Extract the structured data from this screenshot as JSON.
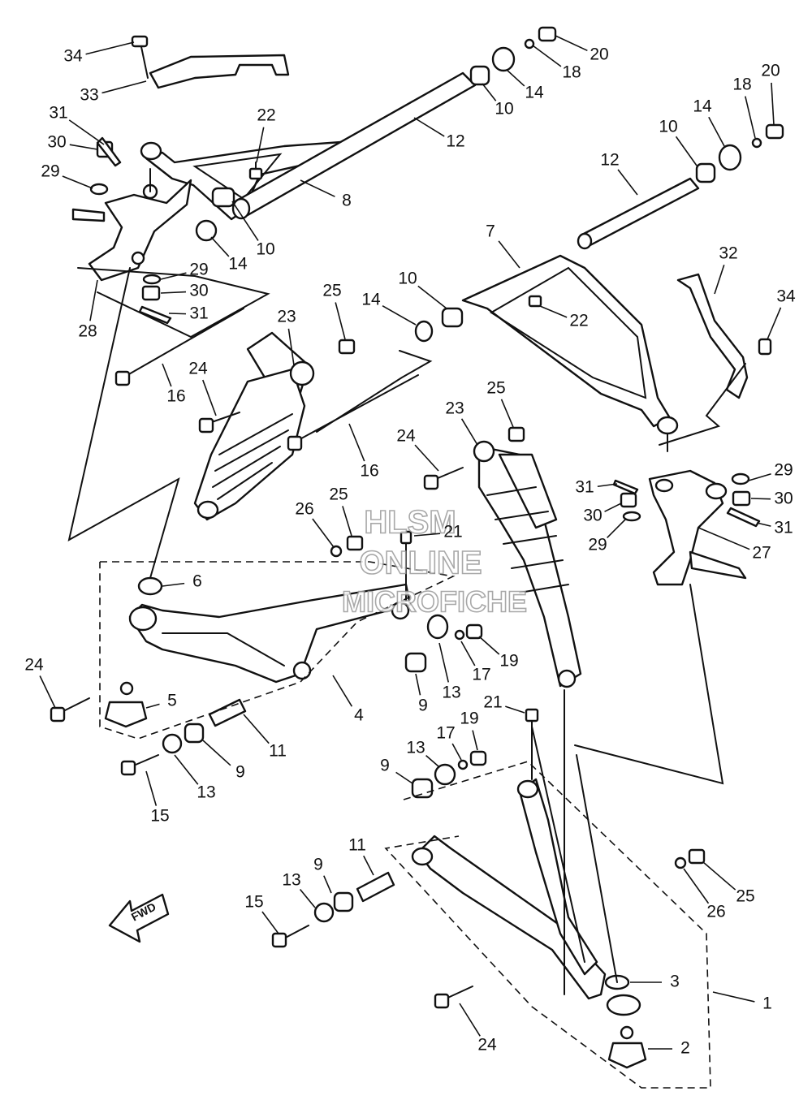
{
  "diagram": {
    "watermark": [
      "HLSM",
      "ONLINE",
      "MICROFICHE"
    ],
    "fwd_label": "FWD",
    "callouts": [
      {
        "id": "c34a",
        "label": "34"
      },
      {
        "id": "c33",
        "label": "33"
      },
      {
        "id": "c31a",
        "label": "31"
      },
      {
        "id": "c30a",
        "label": "30"
      },
      {
        "id": "c29a",
        "label": "29"
      },
      {
        "id": "c22a",
        "label": "22"
      },
      {
        "id": "c8",
        "label": "8"
      },
      {
        "id": "c12a",
        "label": "12"
      },
      {
        "id": "c20a",
        "label": "20"
      },
      {
        "id": "c18a",
        "label": "18"
      },
      {
        "id": "c14a",
        "label": "14"
      },
      {
        "id": "c10a",
        "label": "10"
      },
      {
        "id": "c20b",
        "label": "20"
      },
      {
        "id": "c18b",
        "label": "18"
      },
      {
        "id": "c14b",
        "label": "14"
      },
      {
        "id": "c10b",
        "label": "10"
      },
      {
        "id": "c12b",
        "label": "12"
      },
      {
        "id": "c10c",
        "label": "10"
      },
      {
        "id": "c14c",
        "label": "14"
      },
      {
        "id": "c29b",
        "label": "29"
      },
      {
        "id": "c30b",
        "label": "30"
      },
      {
        "id": "c31b",
        "label": "31"
      },
      {
        "id": "c28",
        "label": "28"
      },
      {
        "id": "c7",
        "label": "7"
      },
      {
        "id": "c10d",
        "label": "10"
      },
      {
        "id": "c14d",
        "label": "14"
      },
      {
        "id": "c22b",
        "label": "22"
      },
      {
        "id": "c32",
        "label": "32"
      },
      {
        "id": "c34b",
        "label": "34"
      },
      {
        "id": "c25a",
        "label": "25"
      },
      {
        "id": "c23a",
        "label": "23"
      },
      {
        "id": "c24a",
        "label": "24"
      },
      {
        "id": "c16a",
        "label": "16"
      },
      {
        "id": "c16b",
        "label": "16"
      },
      {
        "id": "c25b",
        "label": "25"
      },
      {
        "id": "c23b",
        "label": "23"
      },
      {
        "id": "c24b",
        "label": "24"
      },
      {
        "id": "c29c",
        "label": "29"
      },
      {
        "id": "c31c",
        "label": "31"
      },
      {
        "id": "c30c",
        "label": "30"
      },
      {
        "id": "c30d",
        "label": "30"
      },
      {
        "id": "c31d",
        "label": "31"
      },
      {
        "id": "c29d",
        "label": "29"
      },
      {
        "id": "c27",
        "label": "27"
      },
      {
        "id": "c25c",
        "label": "25"
      },
      {
        "id": "c26a",
        "label": "26"
      },
      {
        "id": "c21a",
        "label": "21"
      },
      {
        "id": "c6",
        "label": "6"
      },
      {
        "id": "c24c",
        "label": "24"
      },
      {
        "id": "c5",
        "label": "5"
      },
      {
        "id": "c4",
        "label": "4"
      },
      {
        "id": "c19a",
        "label": "19"
      },
      {
        "id": "c17a",
        "label": "17"
      },
      {
        "id": "c13a",
        "label": "13"
      },
      {
        "id": "c9a",
        "label": "9"
      },
      {
        "id": "c11a",
        "label": "11"
      },
      {
        "id": "c9b",
        "label": "9"
      },
      {
        "id": "c13b",
        "label": "13"
      },
      {
        "id": "c15a",
        "label": "15"
      },
      {
        "id": "c21b",
        "label": "21"
      },
      {
        "id": "c19b",
        "label": "19"
      },
      {
        "id": "c17b",
        "label": "17"
      },
      {
        "id": "c13c",
        "label": "13"
      },
      {
        "id": "c9c",
        "label": "9"
      },
      {
        "id": "c11b",
        "label": "11"
      },
      {
        "id": "c9d",
        "label": "9"
      },
      {
        "id": "c13d",
        "label": "13"
      },
      {
        "id": "c15b",
        "label": "15"
      },
      {
        "id": "c25d",
        "label": "25"
      },
      {
        "id": "c26b",
        "label": "26"
      },
      {
        "id": "c3",
        "label": "3"
      },
      {
        "id": "c1",
        "label": "1"
      },
      {
        "id": "c2",
        "label": "2"
      },
      {
        "id": "c24d",
        "label": "24"
      }
    ]
  }
}
